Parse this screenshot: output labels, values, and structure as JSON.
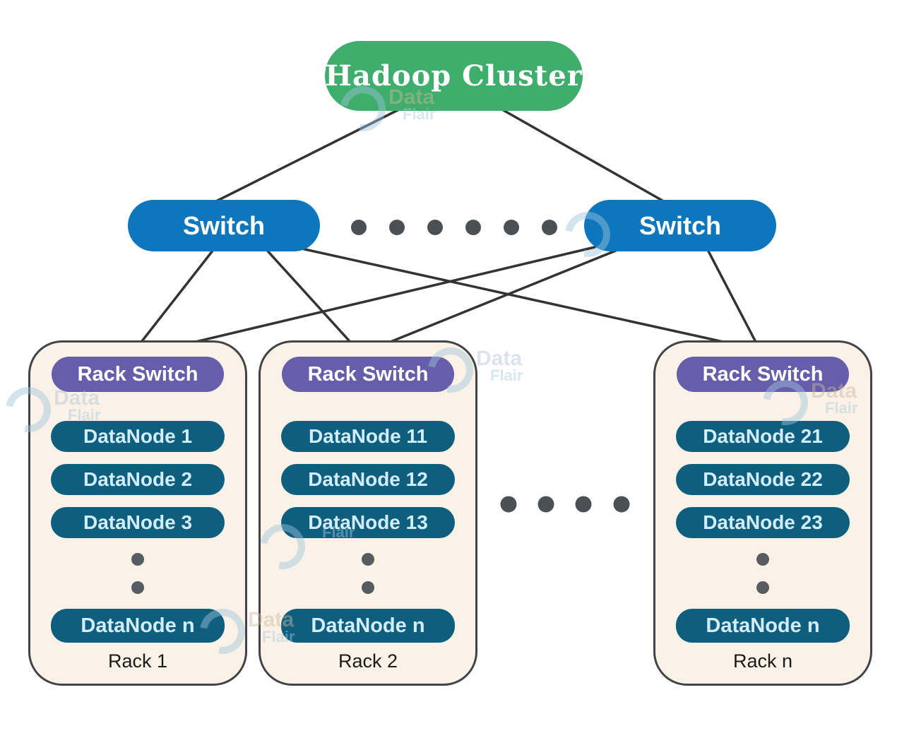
{
  "nodes": {
    "cluster": {
      "label": "Hadoop Cluster",
      "color": "#3fae6d"
    },
    "switches": [
      {
        "label": "Switch",
        "color": "#0e76bd"
      },
      {
        "label": "Switch",
        "color": "#0e76bd"
      }
    ]
  },
  "racks": [
    {
      "rack_switch": "Rack Switch",
      "datanodes": [
        "DataNode 1",
        "DataNode 2",
        "DataNode 3"
      ],
      "last_datanode": "DataNode n",
      "name": "Rack 1"
    },
    {
      "rack_switch": "Rack Switch",
      "datanodes": [
        "DataNode 11",
        "DataNode 12",
        "DataNode 13"
      ],
      "last_datanode": "DataNode n",
      "name": "Rack 2"
    },
    {
      "rack_switch": "Rack Switch",
      "datanodes": [
        "DataNode 21",
        "DataNode 22",
        "DataNode 23"
      ],
      "last_datanode": "DataNode n",
      "name": "Rack n"
    }
  ],
  "watermark": {
    "word1": "Data",
    "word2": "Flair"
  },
  "colors": {
    "rack_switch_purple": "#665dab",
    "datanode_teal": "#0e5f7f",
    "rack_fill": "#faf2e6",
    "rack_border": "#404347",
    "line": "#333333",
    "dot": "#4a5056"
  }
}
